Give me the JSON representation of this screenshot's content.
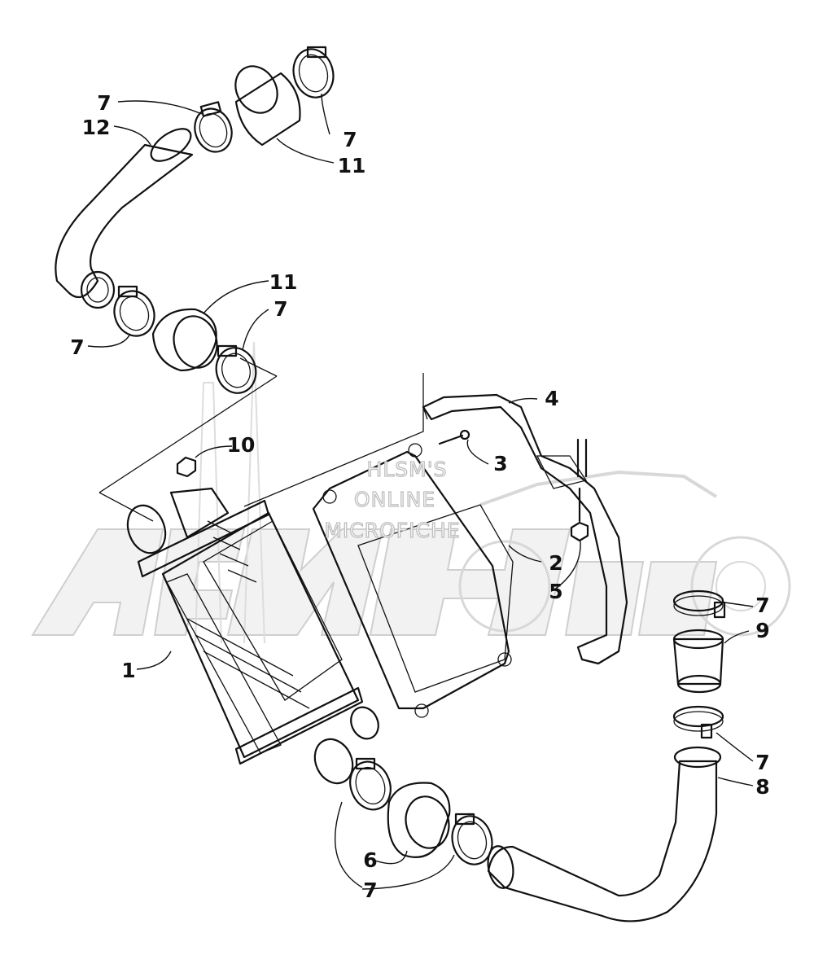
{
  "watermark": {
    "brand_logo": "arctic-cat-logo",
    "lines": [
      "HLSM'S",
      "ONLINE",
      "MICROFICHE"
    ]
  },
  "callouts": [
    {
      "id": "c7a",
      "text": "7"
    },
    {
      "id": "c12",
      "text": "12"
    },
    {
      "id": "c7b",
      "text": "7"
    },
    {
      "id": "c11a",
      "text": "11"
    },
    {
      "id": "c11b",
      "text": "11"
    },
    {
      "id": "c7c",
      "text": "7"
    },
    {
      "id": "c7d",
      "text": "7"
    },
    {
      "id": "c4",
      "text": "4"
    },
    {
      "id": "c10",
      "text": "10"
    },
    {
      "id": "c3",
      "text": "3"
    },
    {
      "id": "c2",
      "text": "2"
    },
    {
      "id": "c5",
      "text": "5"
    },
    {
      "id": "c7e",
      "text": "7"
    },
    {
      "id": "c9",
      "text": "9"
    },
    {
      "id": "c1",
      "text": "1"
    },
    {
      "id": "c7f",
      "text": "7"
    },
    {
      "id": "c8",
      "text": "8"
    },
    {
      "id": "c6",
      "text": "6"
    },
    {
      "id": "c7g",
      "text": "7"
    }
  ]
}
